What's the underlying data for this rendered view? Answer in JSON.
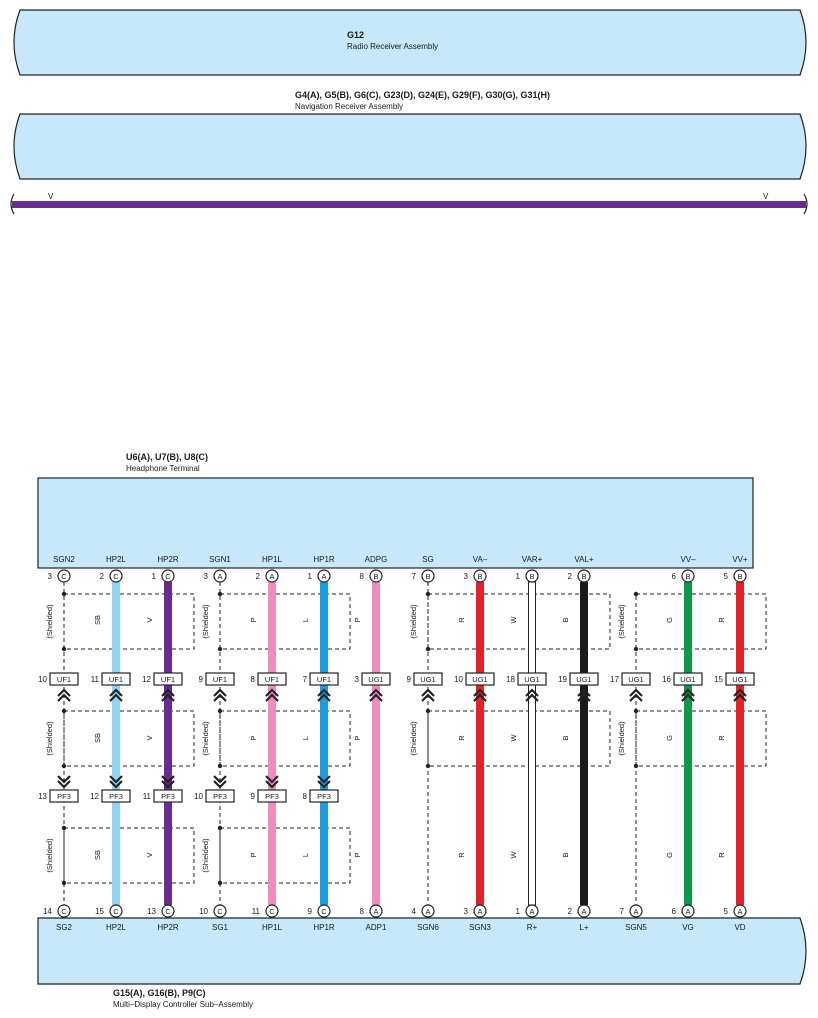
{
  "radio": {
    "code": "G12",
    "name": "Radio Receiver Assembly"
  },
  "nav": {
    "code": "G4(A), G5(B), G6(C), G23(D), G24(E), G29(F), G30(G), G31(H)",
    "name": "Navigation Receiver Assembly"
  },
  "bus_wire": {
    "left_label": "V",
    "right_label": "V",
    "color": "#6a2c91"
  },
  "headphone": {
    "code": "U6(A), U7(B), U8(C)",
    "name": "Headphone Terminal"
  },
  "controller": {
    "code": "G15(A), G16(B), P9(C)",
    "name": "Multi–Display Controller Sub–Assembly"
  },
  "shield_label": "(Shielded)",
  "colors": {
    "SB": "#8fd3f3",
    "V": "#6a2c91",
    "P": "#f08cc0",
    "L": "#1a9ee0",
    "R": "#e8202a",
    "W": "#ffffff",
    "B": "#1a1a1a",
    "G": "#0a9a4a",
    "box_fill": "#c6e8fa"
  },
  "wires": [
    {
      "top_term": "SGN2",
      "top_pin": "3",
      "top_conn": "C",
      "uf_pin": "10",
      "uf": "UF1",
      "pf_pin": "13",
      "pf": "PF3",
      "bot_pin": "14",
      "bot_conn": "C",
      "bot_term": "SG2",
      "color": ""
    },
    {
      "top_term": "HP2L",
      "top_pin": "2",
      "top_conn": "C",
      "uf_pin": "11",
      "uf": "UF1",
      "pf_pin": "12",
      "pf": "PF3",
      "bot_pin": "15",
      "bot_conn": "C",
      "bot_term": "HP2L",
      "color": "SB"
    },
    {
      "top_term": "HP2R",
      "top_pin": "1",
      "top_conn": "C",
      "uf_pin": "12",
      "uf": "UF1",
      "pf_pin": "11",
      "pf": "PF3",
      "bot_pin": "13",
      "bot_conn": "C",
      "bot_term": "HP2R",
      "color": "V"
    },
    {
      "top_term": "SGN1",
      "top_pin": "3",
      "top_conn": "A",
      "uf_pin": "9",
      "uf": "UF1",
      "pf_pin": "10",
      "pf": "PF3",
      "bot_pin": "10",
      "bot_conn": "C",
      "bot_term": "SG1",
      "color": ""
    },
    {
      "top_term": "HP1L",
      "top_pin": "2",
      "top_conn": "A",
      "uf_pin": "8",
      "uf": "UF1",
      "pf_pin": "9",
      "pf": "PF3",
      "bot_pin": "11",
      "bot_conn": "C",
      "bot_term": "HP1L",
      "color": "P"
    },
    {
      "top_term": "HP1R",
      "top_pin": "1",
      "top_conn": "A",
      "uf_pin": "7",
      "uf": "UF1",
      "pf_pin": "8",
      "pf": "PF3",
      "bot_pin": "9",
      "bot_conn": "C",
      "bot_term": "HP1R",
      "color": "L"
    },
    {
      "top_term": "ADPG",
      "top_pin": "8",
      "top_conn": "B",
      "uf_pin": "3",
      "uf": "UG1",
      "pf_pin": "",
      "pf": "",
      "bot_pin": "8",
      "bot_conn": "A",
      "bot_term": "ADP1",
      "color": "P"
    },
    {
      "top_term": "SG",
      "top_pin": "7",
      "top_conn": "B",
      "uf_pin": "9",
      "uf": "UG1",
      "pf_pin": "",
      "pf": "",
      "bot_pin": "4",
      "bot_conn": "A",
      "bot_term": "SGN6",
      "color": ""
    },
    {
      "top_term": "VA–",
      "top_pin": "3",
      "top_conn": "B",
      "uf_pin": "10",
      "uf": "UG1",
      "pf_pin": "",
      "pf": "",
      "bot_pin": "3",
      "bot_conn": "A",
      "bot_term": "SGN3",
      "color": "R"
    },
    {
      "top_term": "VAR+",
      "top_pin": "1",
      "top_conn": "B",
      "uf_pin": "18",
      "uf": "UG1",
      "pf_pin": "",
      "pf": "",
      "bot_pin": "1",
      "bot_conn": "A",
      "bot_term": "R+",
      "color": "W"
    },
    {
      "top_term": "VAL+",
      "top_pin": "2",
      "top_conn": "B",
      "uf_pin": "19",
      "uf": "UG1",
      "pf_pin": "",
      "pf": "",
      "bot_pin": "2",
      "bot_conn": "A",
      "bot_term": "L+",
      "color": "B"
    },
    {
      "top_term": "",
      "top_pin": "",
      "top_conn": "",
      "uf_pin": "17",
      "uf": "UG1",
      "pf_pin": "",
      "pf": "",
      "bot_pin": "7",
      "bot_conn": "A",
      "bot_term": "SGN5",
      "color": ""
    },
    {
      "top_term": "VV–",
      "top_pin": "6",
      "top_conn": "B",
      "uf_pin": "16",
      "uf": "UG1",
      "pf_pin": "",
      "pf": "",
      "bot_pin": "6",
      "bot_conn": "A",
      "bot_term": "VG",
      "color": "G"
    },
    {
      "top_term": "VV+",
      "top_pin": "5",
      "top_conn": "B",
      "uf_pin": "15",
      "uf": "UG1",
      "pf_pin": "",
      "pf": "",
      "bot_pin": "5",
      "bot_conn": "A",
      "bot_term": "VD",
      "color": "R"
    }
  ]
}
